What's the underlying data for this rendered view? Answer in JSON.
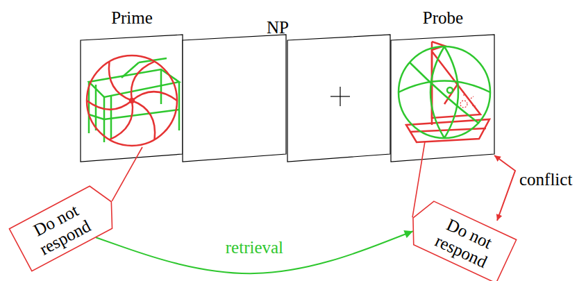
{
  "diagram": {
    "nodes": [
      {
        "text": [
          "Do not respond"
        ]
      },
      {
        "text": [
          "Do not respond"
        ]
      }
    ],
    "edges": [
      {
        "from": 0,
        "to": 1,
        "arrow": "to",
        "label": "retrieval"
      }
    ],
    "labels": [
      "Prime",
      "NP",
      "Probe",
      "conflict"
    ]
  }
}
